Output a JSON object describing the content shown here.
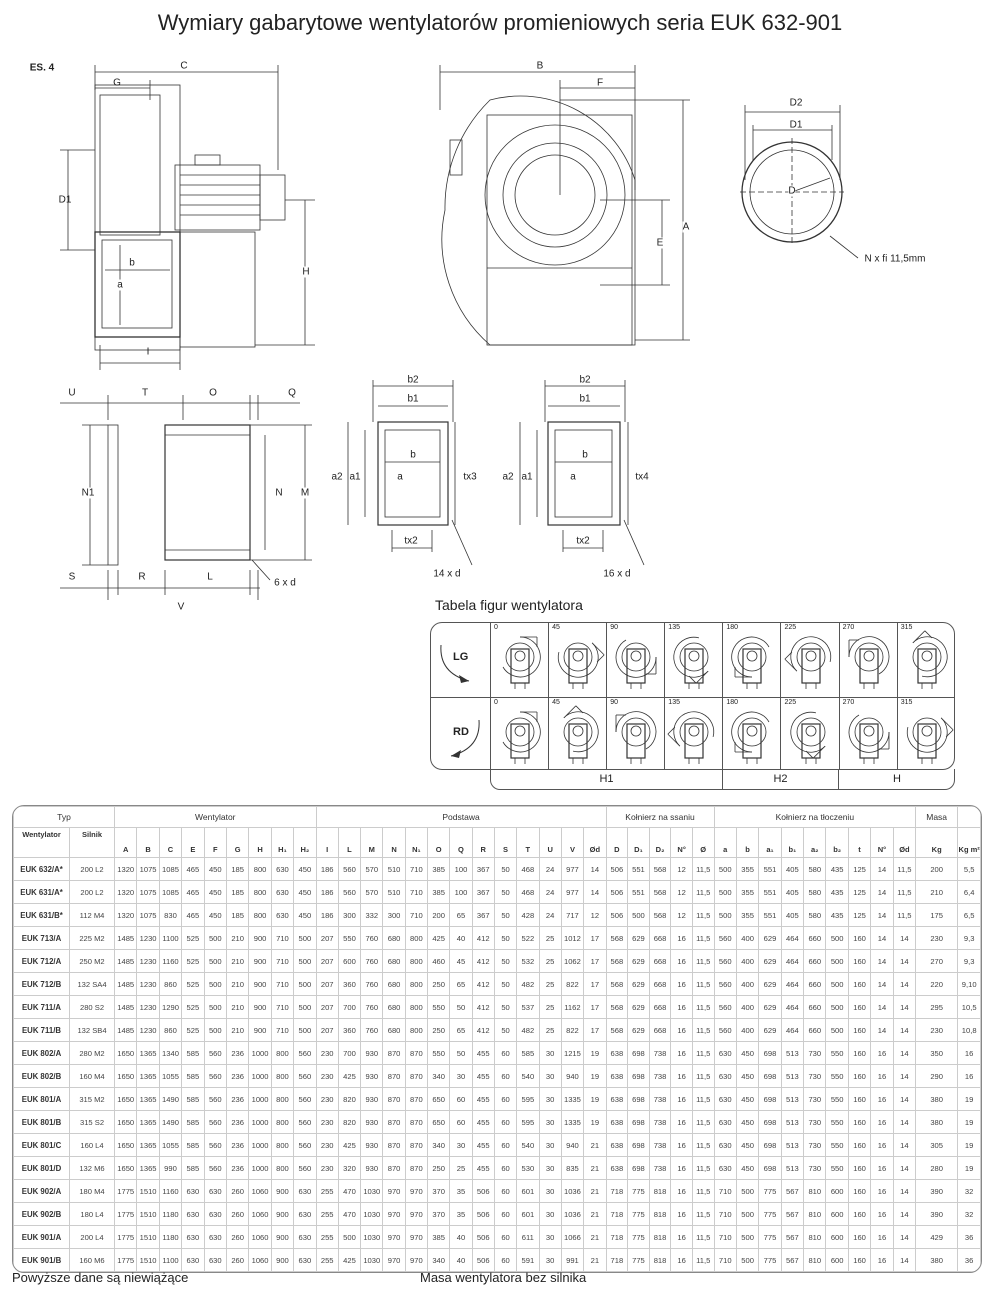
{
  "title": "Wymiary gabarytowe wentylatorów promieniowych seria EUK 632-901",
  "drawing_side": {
    "code": "ES. 4",
    "G": "G",
    "C": "C",
    "D1": "D1",
    "b": "b",
    "a": "a",
    "H": "H",
    "I": "I"
  },
  "drawing_front": {
    "B": "B",
    "F": "F",
    "E": "E",
    "A": "A"
  },
  "drawing_inlet_flange": {
    "D2": "D2",
    "D1": "D1",
    "D": "D",
    "holes": "N x fi 11,5mm"
  },
  "drawing_base": {
    "U": "U",
    "T": "T",
    "O": "O",
    "Q": "Q",
    "N1": "N1",
    "N": "N",
    "M": "M",
    "S": "S",
    "R": "R",
    "L": "L",
    "V": "V",
    "holes": "6 x d"
  },
  "drawing_outlet_flange_1": {
    "b2": "b2",
    "b1": "b1",
    "b": "b",
    "a": "a",
    "a2": "a2",
    "a1": "a1",
    "tx": "tx3",
    "tx2": "tx2",
    "holes": "14 x d"
  },
  "drawing_outlet_flange_2": {
    "b2": "b2",
    "b1": "b1",
    "b": "b",
    "a": "a",
    "a2": "a2",
    "a1": "a1",
    "tx": "tx4",
    "tx2": "tx2",
    "holes": "16 x d"
  },
  "figures": {
    "caption": "Tabela figur wentylatora",
    "directions": [
      "LG",
      "RD"
    ],
    "angles": [
      "0",
      "45",
      "90",
      "135",
      "180",
      "225",
      "270",
      "315"
    ],
    "groups": [
      "H1",
      "H2",
      "H"
    ]
  },
  "table": {
    "group_headers": {
      "typ": "Typ",
      "wentylator": "Wentylator",
      "podstawa": "Podstawa",
      "ssanie": "Kołnierz na ssaniu",
      "tloczenie": "Kołnierz na tłoczeniu",
      "masa": "Masa"
    },
    "type_headers": [
      "Wentylator",
      "Silnik"
    ],
    "columns": [
      "A",
      "B",
      "C",
      "E",
      "F",
      "G",
      "H",
      "H₁",
      "H₂",
      "I",
      "L",
      "M",
      "N",
      "N₁",
      "O",
      "Q",
      "R",
      "S",
      "T",
      "U",
      "V",
      "Ød",
      "D",
      "D₁",
      "D₂",
      "N°",
      "Ø",
      "a",
      "b",
      "a₁",
      "b₁",
      "a₂",
      "b₂",
      "t",
      "N°",
      "Ød",
      "Kg",
      "Kg m²"
    ],
    "rows": [
      [
        "EUK 632/A*",
        "200 L2",
        "1320",
        "1075",
        "1085",
        "465",
        "450",
        "185",
        "800",
        "630",
        "450",
        "186",
        "560",
        "570",
        "510",
        "710",
        "385",
        "100",
        "367",
        "50",
        "468",
        "24",
        "977",
        "14",
        "506",
        "551",
        "568",
        "12",
        "11,5",
        "500",
        "355",
        "551",
        "405",
        "580",
        "435",
        "125",
        "14",
        "11,5",
        "200",
        "5,5"
      ],
      [
        "EUK 631/A*",
        "200 L2",
        "1320",
        "1075",
        "1085",
        "465",
        "450",
        "185",
        "800",
        "630",
        "450",
        "186",
        "560",
        "570",
        "510",
        "710",
        "385",
        "100",
        "367",
        "50",
        "468",
        "24",
        "977",
        "14",
        "506",
        "551",
        "568",
        "12",
        "11,5",
        "500",
        "355",
        "551",
        "405",
        "580",
        "435",
        "125",
        "14",
        "11,5",
        "210",
        "6,4"
      ],
      [
        "EUK 631/B*",
        "112 M4",
        "1320",
        "1075",
        "830",
        "465",
        "450",
        "185",
        "800",
        "630",
        "450",
        "186",
        "300",
        "332",
        "300",
        "710",
        "200",
        "65",
        "367",
        "50",
        "428",
        "24",
        "717",
        "12",
        "506",
        "500",
        "568",
        "12",
        "11,5",
        "500",
        "355",
        "551",
        "405",
        "580",
        "435",
        "125",
        "14",
        "11,5",
        "175",
        "6,5"
      ],
      [
        "EUK 713/A",
        "225 M2",
        "1485",
        "1230",
        "1100",
        "525",
        "500",
        "210",
        "900",
        "710",
        "500",
        "207",
        "550",
        "760",
        "680",
        "800",
        "425",
        "40",
        "412",
        "50",
        "522",
        "25",
        "1012",
        "17",
        "568",
        "629",
        "668",
        "16",
        "11,5",
        "560",
        "400",
        "629",
        "464",
        "660",
        "500",
        "160",
        "14",
        "14",
        "230",
        "9,3"
      ],
      [
        "EUK 712/A",
        "250 M2",
        "1485",
        "1230",
        "1160",
        "525",
        "500",
        "210",
        "900",
        "710",
        "500",
        "207",
        "600",
        "760",
        "680",
        "800",
        "460",
        "45",
        "412",
        "50",
        "532",
        "25",
        "1062",
        "17",
        "568",
        "629",
        "668",
        "16",
        "11,5",
        "560",
        "400",
        "629",
        "464",
        "660",
        "500",
        "160",
        "14",
        "14",
        "270",
        "9,3"
      ],
      [
        "EUK 712/B",
        "132 SA4",
        "1485",
        "1230",
        "860",
        "525",
        "500",
        "210",
        "900",
        "710",
        "500",
        "207",
        "360",
        "760",
        "680",
        "800",
        "250",
        "65",
        "412",
        "50",
        "482",
        "25",
        "822",
        "17",
        "568",
        "629",
        "668",
        "16",
        "11,5",
        "560",
        "400",
        "629",
        "464",
        "660",
        "500",
        "160",
        "14",
        "14",
        "220",
        "9,10"
      ],
      [
        "EUK 711/A",
        "280 S2",
        "1485",
        "1230",
        "1290",
        "525",
        "500",
        "210",
        "900",
        "710",
        "500",
        "207",
        "700",
        "760",
        "680",
        "800",
        "550",
        "50",
        "412",
        "50",
        "537",
        "25",
        "1162",
        "17",
        "568",
        "629",
        "668",
        "16",
        "11,5",
        "560",
        "400",
        "629",
        "464",
        "660",
        "500",
        "160",
        "14",
        "14",
        "295",
        "10,5"
      ],
      [
        "EUK 711/B",
        "132 SB4",
        "1485",
        "1230",
        "860",
        "525",
        "500",
        "210",
        "900",
        "710",
        "500",
        "207",
        "360",
        "760",
        "680",
        "800",
        "250",
        "65",
        "412",
        "50",
        "482",
        "25",
        "822",
        "17",
        "568",
        "629",
        "668",
        "16",
        "11,5",
        "560",
        "400",
        "629",
        "464",
        "660",
        "500",
        "160",
        "14",
        "14",
        "230",
        "10,8"
      ],
      [
        "EUK 802/A",
        "280 M2",
        "1650",
        "1365",
        "1340",
        "585",
        "560",
        "236",
        "1000",
        "800",
        "560",
        "230",
        "700",
        "930",
        "870",
        "870",
        "550",
        "50",
        "455",
        "60",
        "585",
        "30",
        "1215",
        "19",
        "638",
        "698",
        "738",
        "16",
        "11,5",
        "630",
        "450",
        "698",
        "513",
        "730",
        "550",
        "160",
        "16",
        "14",
        "350",
        "16"
      ],
      [
        "EUK 802/B",
        "160 M4",
        "1650",
        "1365",
        "1055",
        "585",
        "560",
        "236",
        "1000",
        "800",
        "560",
        "230",
        "425",
        "930",
        "870",
        "870",
        "340",
        "30",
        "455",
        "60",
        "540",
        "30",
        "940",
        "19",
        "638",
        "698",
        "738",
        "16",
        "11,5",
        "630",
        "450",
        "698",
        "513",
        "730",
        "550",
        "160",
        "16",
        "14",
        "290",
        "16"
      ],
      [
        "EUK 801/A",
        "315 M2",
        "1650",
        "1365",
        "1490",
        "585",
        "560",
        "236",
        "1000",
        "800",
        "560",
        "230",
        "820",
        "930",
        "870",
        "870",
        "650",
        "60",
        "455",
        "60",
        "595",
        "30",
        "1335",
        "19",
        "638",
        "698",
        "738",
        "16",
        "11,5",
        "630",
        "450",
        "698",
        "513",
        "730",
        "550",
        "160",
        "16",
        "14",
        "380",
        "19"
      ],
      [
        "EUK 801/B",
        "315 S2",
        "1650",
        "1365",
        "1490",
        "585",
        "560",
        "236",
        "1000",
        "800",
        "560",
        "230",
        "820",
        "930",
        "870",
        "870",
        "650",
        "60",
        "455",
        "60",
        "595",
        "30",
        "1335",
        "19",
        "638",
        "698",
        "738",
        "16",
        "11,5",
        "630",
        "450",
        "698",
        "513",
        "730",
        "550",
        "160",
        "16",
        "14",
        "380",
        "19"
      ],
      [
        "EUK 801/C",
        "160 L4",
        "1650",
        "1365",
        "1055",
        "585",
        "560",
        "236",
        "1000",
        "800",
        "560",
        "230",
        "425",
        "930",
        "870",
        "870",
        "340",
        "30",
        "455",
        "60",
        "540",
        "30",
        "940",
        "21",
        "638",
        "698",
        "738",
        "16",
        "11,5",
        "630",
        "450",
        "698",
        "513",
        "730",
        "550",
        "160",
        "16",
        "14",
        "305",
        "19"
      ],
      [
        "EUK 801/D",
        "132 M6",
        "1650",
        "1365",
        "990",
        "585",
        "560",
        "236",
        "1000",
        "800",
        "560",
        "230",
        "320",
        "930",
        "870",
        "870",
        "250",
        "25",
        "455",
        "60",
        "530",
        "30",
        "835",
        "21",
        "638",
        "698",
        "738",
        "16",
        "11,5",
        "630",
        "450",
        "698",
        "513",
        "730",
        "550",
        "160",
        "16",
        "14",
        "280",
        "19"
      ],
      [
        "EUK 902/A",
        "180 M4",
        "1775",
        "1510",
        "1160",
        "630",
        "630",
        "260",
        "1060",
        "900",
        "630",
        "255",
        "470",
        "1030",
        "970",
        "970",
        "370",
        "35",
        "506",
        "60",
        "601",
        "30",
        "1036",
        "21",
        "718",
        "775",
        "818",
        "16",
        "11,5",
        "710",
        "500",
        "775",
        "567",
        "810",
        "600",
        "160",
        "16",
        "14",
        "390",
        "32"
      ],
      [
        "EUK 902/B",
        "180 L4",
        "1775",
        "1510",
        "1180",
        "630",
        "630",
        "260",
        "1060",
        "900",
        "630",
        "255",
        "470",
        "1030",
        "970",
        "970",
        "370",
        "35",
        "506",
        "60",
        "601",
        "30",
        "1036",
        "21",
        "718",
        "775",
        "818",
        "16",
        "11,5",
        "710",
        "500",
        "775",
        "567",
        "810",
        "600",
        "160",
        "16",
        "14",
        "390",
        "32"
      ],
      [
        "EUK 901/A",
        "200 L4",
        "1775",
        "1510",
        "1180",
        "630",
        "630",
        "260",
        "1060",
        "900",
        "630",
        "255",
        "500",
        "1030",
        "970",
        "970",
        "385",
        "40",
        "506",
        "60",
        "611",
        "30",
        "1066",
        "21",
        "718",
        "775",
        "818",
        "16",
        "11,5",
        "710",
        "500",
        "775",
        "567",
        "810",
        "600",
        "160",
        "16",
        "14",
        "429",
        "36"
      ],
      [
        "EUK 901/B",
        "160 M6",
        "1775",
        "1510",
        "1100",
        "630",
        "630",
        "260",
        "1060",
        "900",
        "630",
        "255",
        "425",
        "1030",
        "970",
        "970",
        "340",
        "40",
        "506",
        "60",
        "591",
        "30",
        "991",
        "21",
        "718",
        "775",
        "818",
        "16",
        "11,5",
        "710",
        "500",
        "775",
        "567",
        "810",
        "600",
        "160",
        "16",
        "14",
        "380",
        "36"
      ]
    ]
  },
  "footer": {
    "left": "Powyższe dane są niewiążące",
    "right": "Masa wentylatora bez silnika"
  }
}
